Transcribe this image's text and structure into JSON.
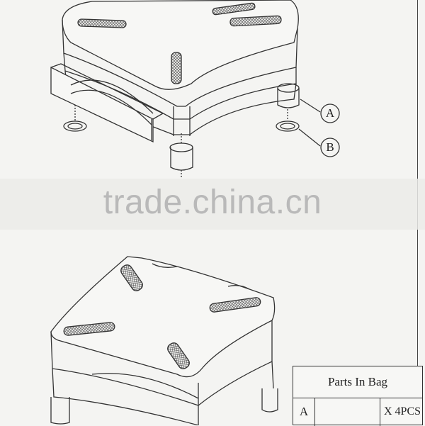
{
  "callouts": {
    "a": "A",
    "b": "B"
  },
  "watermark": "trade.china.cn",
  "parts_table": {
    "title": "Parts In Bag",
    "row": {
      "letter": "A",
      "quantity": "X 4PCS",
      "icon": "foot-cap-icon"
    }
  },
  "colors": {
    "line": "#333333",
    "mesh": "#555555",
    "paper": "#f4f4f2",
    "watermark": "#b9b9b9"
  }
}
